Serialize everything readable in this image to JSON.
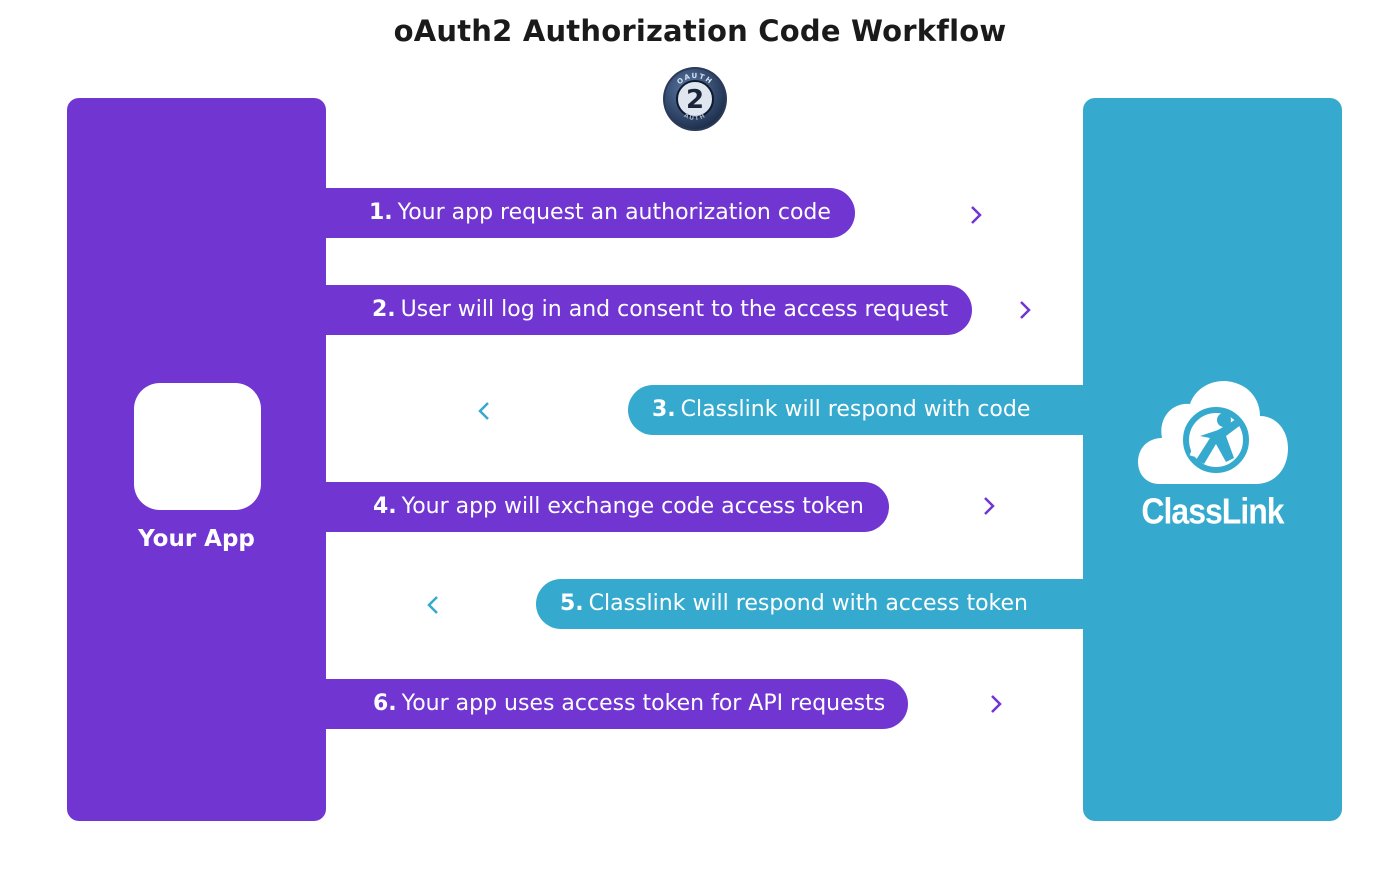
{
  "title": "oAuth2 Authorization Code Workflow",
  "oauth_logo": {
    "top_text": "OAUTH",
    "bottom_text": "AUTH",
    "number": "2"
  },
  "colors": {
    "app": "#7135d2",
    "classlink": "#35aace"
  },
  "app_panel": {
    "label": "Your App"
  },
  "classlink_panel": {
    "brand": "ClassLink"
  },
  "steps": [
    {
      "num": "1.",
      "text": "Your app request an authorization code",
      "direction": "to-classlink"
    },
    {
      "num": "2.",
      "text": "User will log in and consent to the access request",
      "direction": "to-classlink"
    },
    {
      "num": "3.",
      "text": "Classlink will respond with code",
      "direction": "to-app"
    },
    {
      "num": "4.",
      "text": "Your app will exchange code access token",
      "direction": "to-classlink"
    },
    {
      "num": "5.",
      "text": "Classlink will respond with access token",
      "direction": "to-app"
    },
    {
      "num": "6.",
      "text": "Your app uses access token for API requests",
      "direction": "to-classlink"
    }
  ]
}
